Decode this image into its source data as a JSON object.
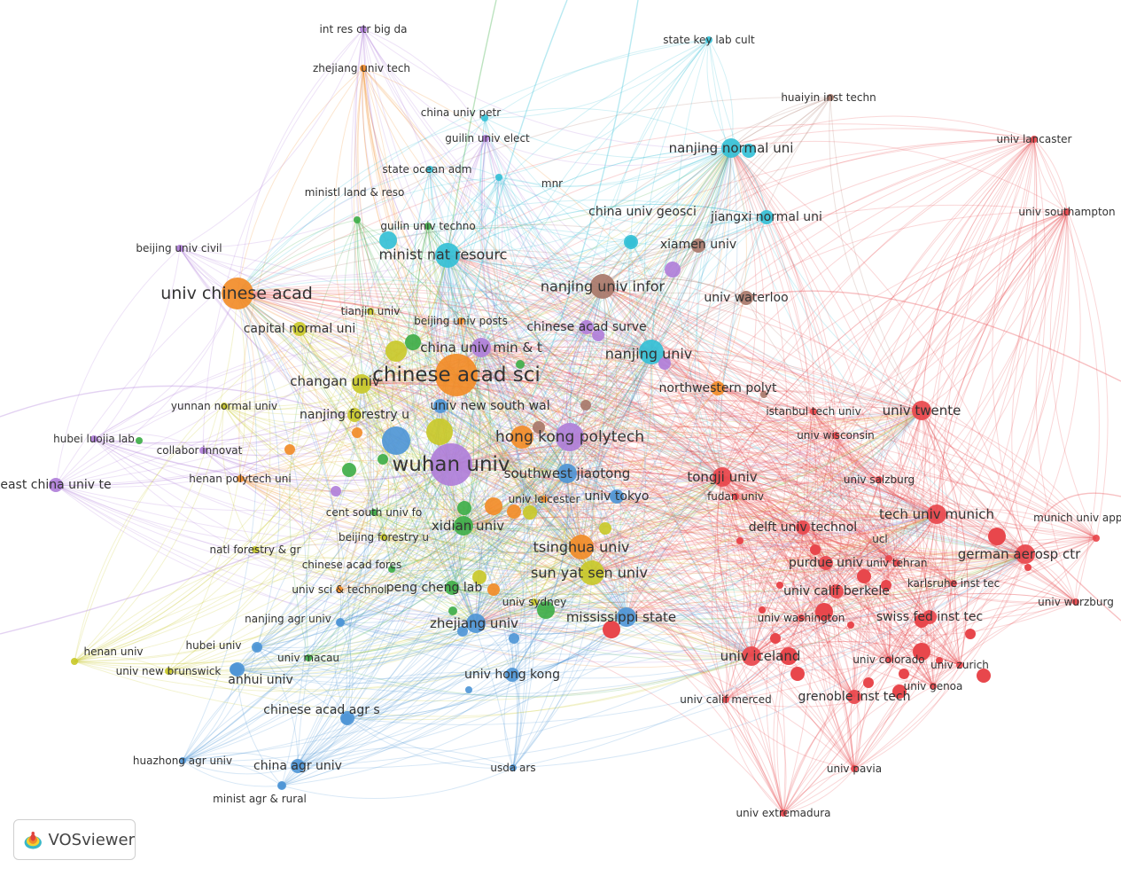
{
  "app": {
    "name": "VOSviewer",
    "logo_icon": "vosviewer-logo-icon"
  },
  "clusters": {
    "red": "#e8474c",
    "green": "#3fae49",
    "blue": "#4f96d6",
    "yellow": "#c9c92a",
    "purple": "#b07fd9",
    "cyan": "#35c0d6",
    "orange": "#f28c28",
    "brown": "#a8786a"
  },
  "nodes": [
    {
      "label": "int res ctr big da",
      "cluster": "purple",
      "weight": 1
    },
    {
      "label": "zhejiang univ tech",
      "cluster": "orange",
      "weight": 1
    },
    {
      "label": "state key lab cult",
      "cluster": "cyan",
      "weight": 1
    },
    {
      "label": "huaiyin inst techn",
      "cluster": "brown",
      "weight": 1
    },
    {
      "label": "univ lancaster",
      "cluster": "red",
      "weight": 1
    },
    {
      "label": "china univ petr",
      "cluster": "cyan",
      "weight": 1
    },
    {
      "label": "guilin univ elect",
      "cluster": "purple",
      "weight": 1
    },
    {
      "label": "nanjing normal uni",
      "cluster": "cyan",
      "weight": 3
    },
    {
      "label": "state ocean adm",
      "cluster": "cyan",
      "weight": 1
    },
    {
      "label": "ministl land & reso",
      "cluster": "green",
      "weight": 1
    },
    {
      "label": "mnr",
      "cluster": "cyan",
      "weight": 1
    },
    {
      "label": "univ southampton",
      "cluster": "red",
      "weight": 1
    },
    {
      "label": "china univ geosci",
      "cluster": "cyan",
      "weight": 2
    },
    {
      "label": "jiangxi normal uni",
      "cluster": "cyan",
      "weight": 2
    },
    {
      "label": "guilin univ techno",
      "cluster": "green",
      "weight": 1
    },
    {
      "label": "beijing univ civil",
      "cluster": "purple",
      "weight": 1
    },
    {
      "label": "xiamen univ",
      "cluster": "brown",
      "weight": 2
    },
    {
      "label": "minist nat resourc",
      "cluster": "cyan",
      "weight": 4
    },
    {
      "label": "univ chinese acad",
      "cluster": "orange",
      "weight": 6
    },
    {
      "label": "nanjing univ infor",
      "cluster": "brown",
      "weight": 4
    },
    {
      "label": "univ waterloo",
      "cluster": "brown",
      "weight": 2
    },
    {
      "label": "tianjin univ",
      "cluster": "yellow",
      "weight": 1
    },
    {
      "label": "beijing univ posts",
      "cluster": "orange",
      "weight": 1
    },
    {
      "label": "capital normal uni",
      "cluster": "yellow",
      "weight": 2
    },
    {
      "label": "chinese acad surve",
      "cluster": "purple",
      "weight": 2
    },
    {
      "label": "china univ min & t",
      "cluster": "purple",
      "weight": 3
    },
    {
      "label": "nanjing univ",
      "cluster": "cyan",
      "weight": 4
    },
    {
      "label": "chinese acad sci",
      "cluster": "orange",
      "weight": 9
    },
    {
      "label": "changan univ",
      "cluster": "yellow",
      "weight": 3
    },
    {
      "label": "northwestern polyt",
      "cluster": "orange",
      "weight": 2
    },
    {
      "label": "yunnan normal univ",
      "cluster": "yellow",
      "weight": 1
    },
    {
      "label": "univ new south wal",
      "cluster": "blue",
      "weight": 2
    },
    {
      "label": "istanbul tech univ",
      "cluster": "red",
      "weight": 1
    },
    {
      "label": "univ twente",
      "cluster": "red",
      "weight": 3
    },
    {
      "label": "nanjing forestry u",
      "cluster": "yellow",
      "weight": 2
    },
    {
      "label": "hubei luojia lab",
      "cluster": "purple",
      "weight": 1
    },
    {
      "label": "univ wisconsin",
      "cluster": "red",
      "weight": 1
    },
    {
      "label": "hong kong polytech",
      "cluster": "purple",
      "weight": 5
    },
    {
      "label": "collabor innovat",
      "cluster": "purple",
      "weight": 1
    },
    {
      "label": "wuhan univ",
      "cluster": "purple",
      "weight": 9
    },
    {
      "label": "southwest jiaotong",
      "cluster": "blue",
      "weight": 3
    },
    {
      "label": "east china univ te",
      "cluster": "purple",
      "weight": 2
    },
    {
      "label": "henan polytech uni",
      "cluster": "orange",
      "weight": 1
    },
    {
      "label": "tongji univ",
      "cluster": "red",
      "weight": 3
    },
    {
      "label": "univ salzburg",
      "cluster": "red",
      "weight": 1
    },
    {
      "label": "fudan univ",
      "cluster": "red",
      "weight": 1
    },
    {
      "label": "univ tokyo",
      "cluster": "blue",
      "weight": 2
    },
    {
      "label": "univ leicester",
      "cluster": "orange",
      "weight": 1
    },
    {
      "label": "cent south univ fo",
      "cluster": "green",
      "weight": 1
    },
    {
      "label": "tech univ munich",
      "cluster": "red",
      "weight": 3
    },
    {
      "label": "munich univ appl",
      "cluster": "red",
      "weight": 1
    },
    {
      "label": "xidian univ",
      "cluster": "green",
      "weight": 3
    },
    {
      "label": "delft univ technol",
      "cluster": "red",
      "weight": 2
    },
    {
      "label": "beijing forestry u",
      "cluster": "yellow",
      "weight": 1
    },
    {
      "label": "ucl",
      "cluster": "red",
      "weight": 1
    },
    {
      "label": "german aerosp ctr",
      "cluster": "red",
      "weight": 3
    },
    {
      "label": "natl forestry & gr",
      "cluster": "yellow",
      "weight": 1
    },
    {
      "label": "tsinghua univ",
      "cluster": "orange",
      "weight": 4
    },
    {
      "label": "purdue univ",
      "cluster": "red",
      "weight": 2
    },
    {
      "label": "univ tehran",
      "cluster": "red",
      "weight": 1
    },
    {
      "label": "chinese acad fores",
      "cluster": "green",
      "weight": 1
    },
    {
      "label": "sun yat sen univ",
      "cluster": "yellow",
      "weight": 4
    },
    {
      "label": "karlsruhe inst tec",
      "cluster": "red",
      "weight": 1
    },
    {
      "label": "univ sci & technol",
      "cluster": "orange",
      "weight": 1
    },
    {
      "label": "peng cheng lab",
      "cluster": "green",
      "weight": 2
    },
    {
      "label": "univ calif berkele",
      "cluster": "red",
      "weight": 2
    },
    {
      "label": "univ sydney",
      "cluster": "yellow",
      "weight": 1
    },
    {
      "label": "univ wurzburg",
      "cluster": "red",
      "weight": 1
    },
    {
      "label": "nanjing agr univ",
      "cluster": "blue",
      "weight": 1
    },
    {
      "label": "mississippi state",
      "cluster": "blue",
      "weight": 3
    },
    {
      "label": "univ washington",
      "cluster": "red",
      "weight": 1
    },
    {
      "label": "swiss fed inst tec",
      "cluster": "red",
      "weight": 2
    },
    {
      "label": "zhejiang univ",
      "cluster": "blue",
      "weight": 3
    },
    {
      "label": "henan univ",
      "cluster": "yellow",
      "weight": 1
    },
    {
      "label": "hubei univ",
      "cluster": "blue",
      "weight": 1
    },
    {
      "label": "univ macau",
      "cluster": "green",
      "weight": 1
    },
    {
      "label": "univ iceland",
      "cluster": "red",
      "weight": 3
    },
    {
      "label": "univ colorado",
      "cluster": "red",
      "weight": 1
    },
    {
      "label": "univ zurich",
      "cluster": "red",
      "weight": 1
    },
    {
      "label": "univ new brunswick",
      "cluster": "yellow",
      "weight": 1
    },
    {
      "label": "anhui univ",
      "cluster": "blue",
      "weight": 2
    },
    {
      "label": "univ hong kong",
      "cluster": "blue",
      "weight": 2
    },
    {
      "label": "univ genoa",
      "cluster": "red",
      "weight": 1
    },
    {
      "label": "univ calif merced",
      "cluster": "red",
      "weight": 1
    },
    {
      "label": "grenoble inst tech",
      "cluster": "red",
      "weight": 2
    },
    {
      "label": "chinese acad agr s",
      "cluster": "blue",
      "weight": 2
    },
    {
      "label": "huazhong agr univ",
      "cluster": "blue",
      "weight": 1
    },
    {
      "label": "china agr univ",
      "cluster": "blue",
      "weight": 2
    },
    {
      "label": "usda ars",
      "cluster": "blue",
      "weight": 1
    },
    {
      "label": "univ pavia",
      "cluster": "red",
      "weight": 1
    },
    {
      "label": "minist agr & rural",
      "cluster": "blue",
      "weight": 1
    },
    {
      "label": "univ extremadura",
      "cluster": "red",
      "weight": 1
    }
  ]
}
